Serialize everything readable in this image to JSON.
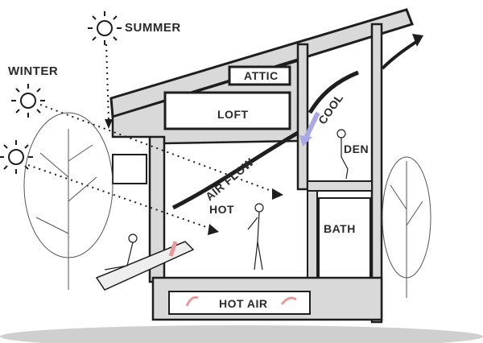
{
  "labels": {
    "summer": "SUMMER",
    "winter": "WINTER",
    "attic": "ATTIC",
    "loft": "LOFT",
    "cool": "COOL",
    "den": "DEN",
    "air_flow": "AIR FLOW",
    "hot": "HOT",
    "bath": "BATH",
    "hot_air": "HOT AIR"
  },
  "colors": {
    "wall": "#d9d9d9",
    "ink": "#1e1e1e",
    "cool": "#a9a8e6",
    "hot": "#e89a9a"
  }
}
